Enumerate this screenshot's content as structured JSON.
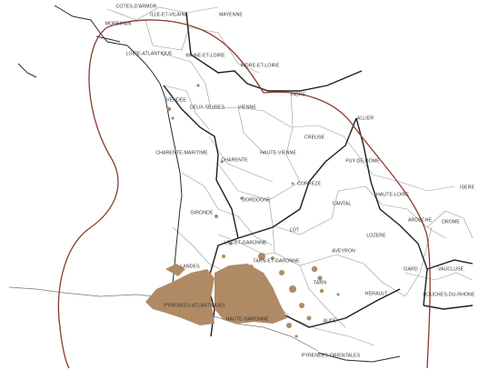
{
  "labels": {
    "cotes_darmor": "COTES-D'ARMOR",
    "ille_et_vilaine": "ILLE-ET-VILAINE",
    "mayenne": "MAYENNE",
    "morbihan": "MORBIHAN",
    "loire_atlantique": "LOIRE-ATLANTIQUE",
    "maine_et_loire": "MAINE-ET-LOIRE",
    "indre_et_loire": "INDRE-ET-LOIRE",
    "indre": "INDRE",
    "vendee": "VENDEE",
    "deux_sevres": "DEUX-SEVRES",
    "vienne": "VIENNE",
    "allier": "ALLIER",
    "charente_maritime": "CHARENTE-MARITIME",
    "creuse": "CREUSE",
    "charente": "CHARENTE",
    "haute_vienne": "HAUTE-VIENNE",
    "puy_de_dome": "PUY-DE-DOME",
    "correze": "CORREZE",
    "dordogne": "DORDOGNE",
    "gironde": "GIRONDE",
    "cantal": "CANTAL",
    "haute_loire": "HAUTE-LOIRE",
    "ardeche": "ARDECHE",
    "drome": "DROME",
    "isere": "ISERE",
    "lozere": "LOZERE",
    "lot": "LOT",
    "lot_et_garonne": "LOT-ET-GARONNE",
    "aveyron": "AVEYRON",
    "landes": "LANDES",
    "tarn_et_garonne": "TARN-ET-GARONNE",
    "gard": "GARD",
    "vaucluse": "VAUCLUSE",
    "tarn": "TARN",
    "herault": "HERAULT",
    "bouches_du_rhone": "BOUCHES-DU-RHONE",
    "pyrenees_atlantiques": "PYRENEES-ATLANTIQUES",
    "haute_garonne": "HAUTE-GARONNE",
    "aude": "AUDE",
    "pyrenees_orientales": "PYRENEES-ORIENTALES"
  },
  "colors": {
    "zone_outline": "#8b3a2e",
    "region_border": "#222222",
    "dept_border": "#8a8a8a",
    "coast": "#333333",
    "occurrence": "#b08a64"
  }
}
